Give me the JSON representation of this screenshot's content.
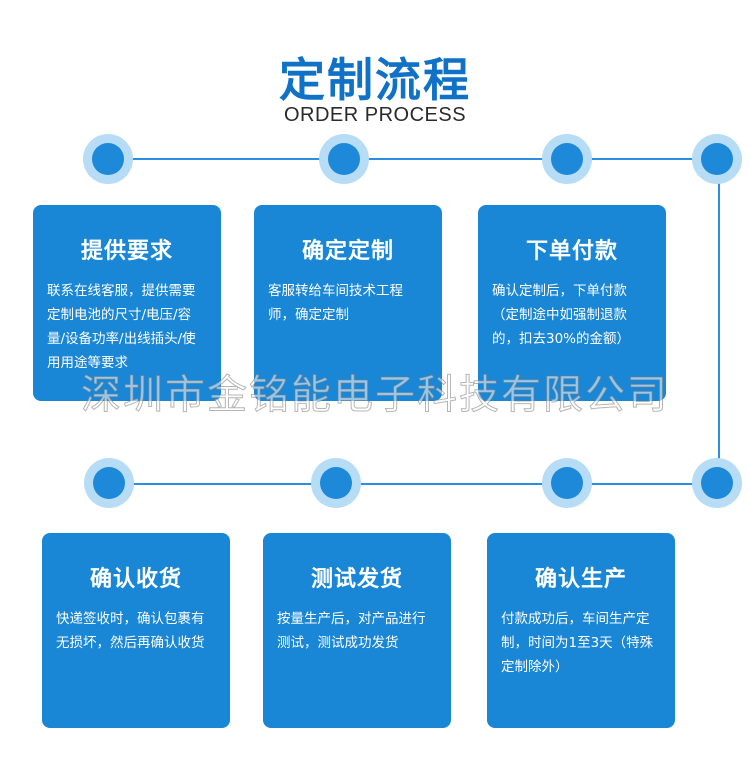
{
  "header": {
    "title": "定制流程",
    "subtitle": "ORDER PROCESS"
  },
  "steps": [
    {
      "title": "提供要求",
      "body": "联系在线客服，提供需要定制电池的尺寸/电压/容量/设备功率/出线插头/使用用途等要求"
    },
    {
      "title": "确定定制",
      "body": "客服转给车间技术工程师，确定定制"
    },
    {
      "title": "下单付款",
      "body": "确认定制后，下单付款（定制途中如强制退款的，扣去30%的金额）"
    },
    {
      "title": "确认生产",
      "body": "付款成功后，车间生产定制，时间为1至3天（特殊定制除外）"
    },
    {
      "title": "测试发货",
      "body": "按量生产后，对产品进行测试，测试成功发货"
    },
    {
      "title": "确认收货",
      "body": "快递签收时，确认包裹有无损坏，然后再确认收货"
    }
  ],
  "watermark": "深圳市金铭能电子科技有限公司",
  "colors": {
    "accent": "#1072c6",
    "card": "#1a86d6",
    "node_inner": "#1e88d9",
    "node_outer": "#b6dcf6",
    "connector": "#2a8fe0"
  }
}
